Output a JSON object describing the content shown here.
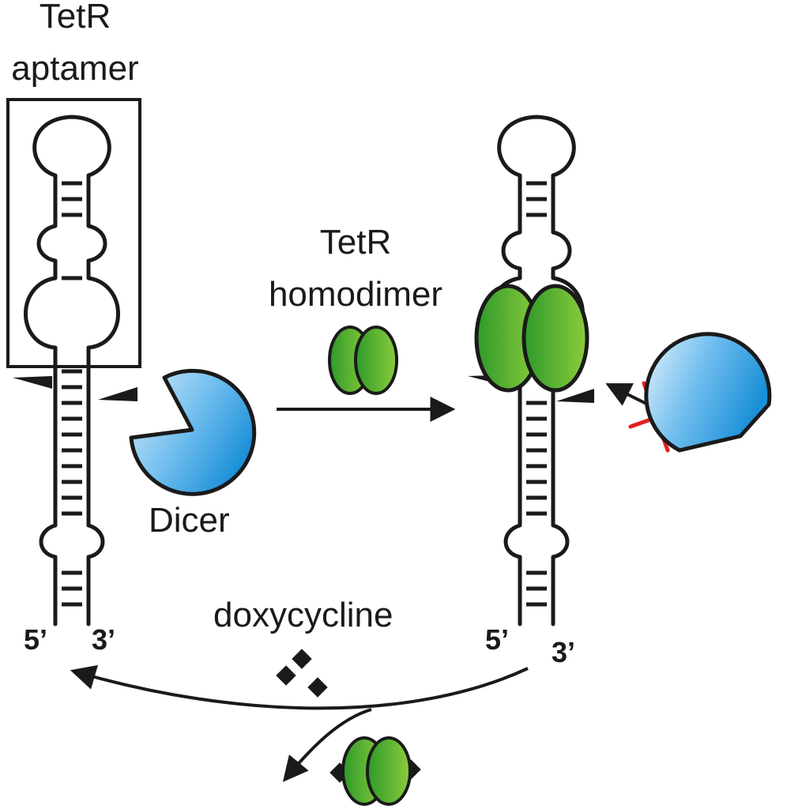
{
  "labels": {
    "aptamer_line1": "TetR",
    "aptamer_line2": "aptamer",
    "homodimer_line1": "TetR",
    "homodimer_line2": "homodimer",
    "dicer": "Dicer",
    "doxycycline": "doxycycline",
    "left_5prime": "5’",
    "left_3prime": "3’",
    "right_5prime": "5’",
    "right_3prime": "3’"
  },
  "colors": {
    "stroke": "#1a1a1a",
    "tetr_green_light": "#8ccc3c",
    "tetr_green_dark": "#2e9a2a",
    "dicer_blue_light": "#d6ecfa",
    "dicer_blue_dark": "#1a8fd8",
    "block_red": "#e02020"
  }
}
